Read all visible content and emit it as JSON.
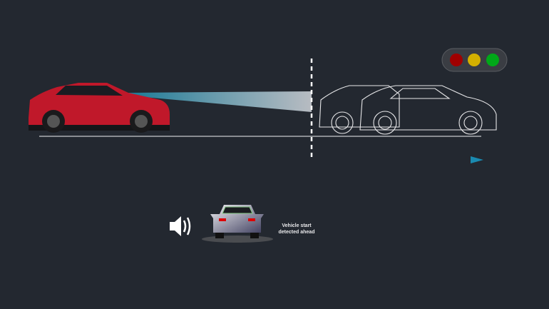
{
  "alert": {
    "line1": "Vehicle start",
    "line2": "detected ahead"
  },
  "colors": {
    "background": "#232830",
    "red": "#a00000",
    "yellow": "#d4b000",
    "green": "#00a818",
    "car": "#c0182a",
    "beam": "#1a7a96"
  },
  "traffic_light": {
    "active": [
      "red",
      "yellow",
      "green"
    ]
  }
}
